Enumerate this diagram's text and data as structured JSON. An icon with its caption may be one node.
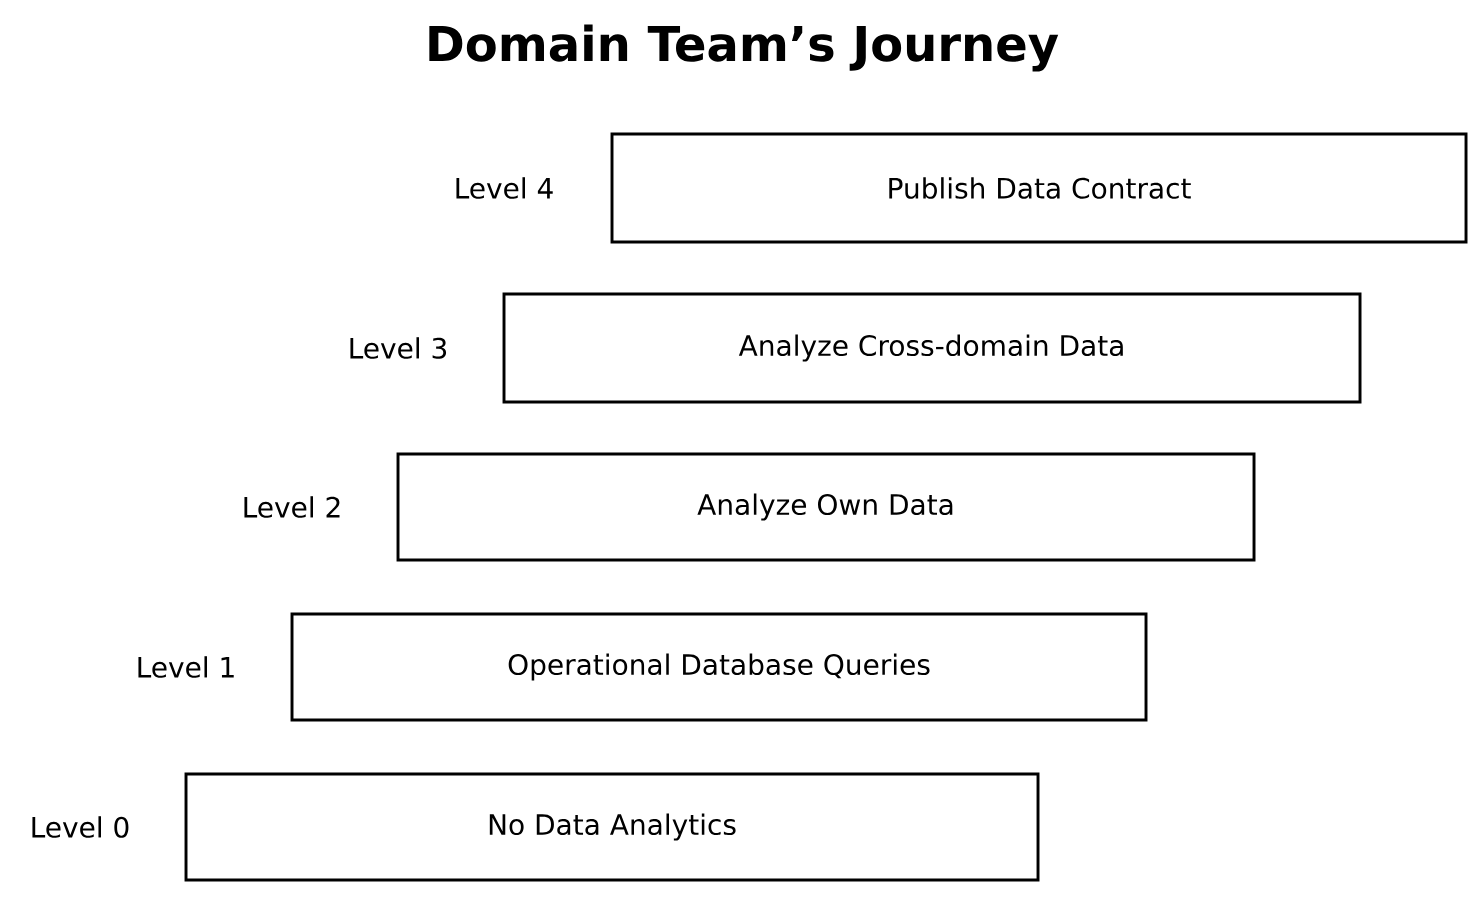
{
  "diagram": {
    "title": "Domain Team’s Journey",
    "nodes": [
      {
        "text": [
          "Publish Data Contract"
        ],
        "beside": [
          "Level 4"
        ]
      },
      {
        "text": [
          "Analyze Cross-domain Data"
        ],
        "beside": [
          "Level 3"
        ]
      },
      {
        "text": [
          "Analyze Own Data"
        ],
        "beside": [
          "Level 2"
        ]
      },
      {
        "text": [
          "Operational Database Queries"
        ],
        "beside": [
          "Level 1"
        ]
      },
      {
        "text": [
          "No Data Analytics"
        ],
        "beside": [
          "Level 0"
        ]
      }
    ]
  }
}
